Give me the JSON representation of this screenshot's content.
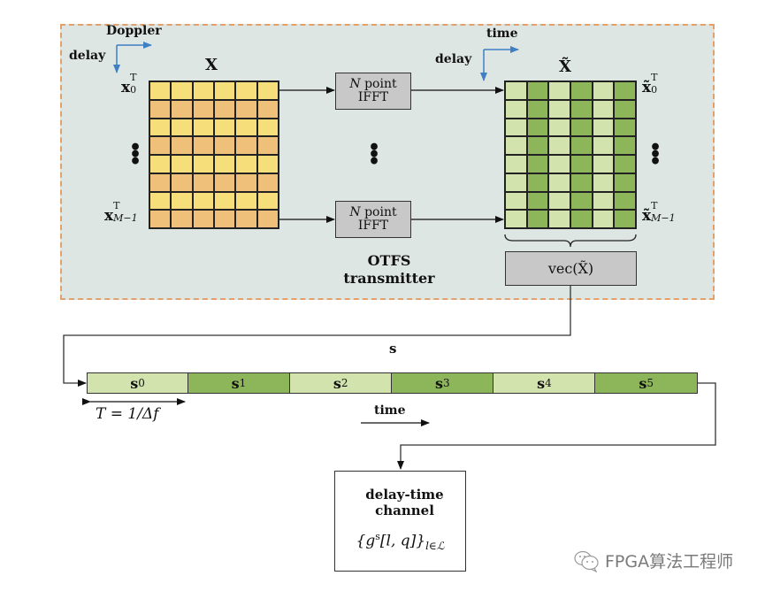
{
  "transmitter": {
    "title_line1": "OTFS",
    "title_line2": "transmitter",
    "input_axes": {
      "horizontal": "Doppler",
      "vertical": "delay"
    },
    "output_axes": {
      "horizontal": "time",
      "vertical": "delay"
    },
    "input_matrix": {
      "label": "X",
      "first_row_label": "x",
      "first_row_sup": "T",
      "first_row_sub": "0",
      "last_row_label": "x",
      "last_row_sup": "T",
      "last_row_sub": "M−1",
      "rows": 8,
      "cols": 6,
      "colors": [
        "#f6df7a",
        "#efc07a"
      ]
    },
    "ifft_blocks": [
      {
        "line1_var": "N",
        "line1_rest": " point",
        "line2": "IFFT"
      },
      {
        "line1_var": "N",
        "line1_rest": " point",
        "line2": "IFFT"
      }
    ],
    "output_matrix": {
      "label": "X̃",
      "first_row_label": "x̃",
      "first_row_sup": "T",
      "first_row_sub": "0",
      "last_row_label": "x̃",
      "last_row_sup": "T",
      "last_row_sub": "M−1",
      "rows": 8,
      "cols": 6,
      "colors": [
        "#d3e3ad",
        "#8db65a"
      ]
    },
    "vec_block": "vec(X̃)",
    "ellipsis": "⋮"
  },
  "signal": {
    "label": "s",
    "segments": [
      {
        "name": "s",
        "sub": "0",
        "color": "#d3e3ad"
      },
      {
        "name": "s",
        "sub": "1",
        "color": "#8db65a"
      },
      {
        "name": "s",
        "sub": "2",
        "color": "#d3e3ad"
      },
      {
        "name": "s",
        "sub": "3",
        "color": "#8db65a"
      },
      {
        "name": "s",
        "sub": "4",
        "color": "#d3e3ad"
      },
      {
        "name": "s",
        "sub": "5",
        "color": "#8db65a"
      }
    ],
    "period_label": "T = 1/Δf",
    "time_label": "time"
  },
  "channel": {
    "line1": "delay-time",
    "line2": "channel",
    "formula": "{g",
    "formula_sup": "s",
    "formula_mid": "[l, q]}",
    "formula_sub": "l∈ℒ"
  },
  "watermark": {
    "icon": "wechat-icon",
    "text": "FPGA算法工程师"
  }
}
